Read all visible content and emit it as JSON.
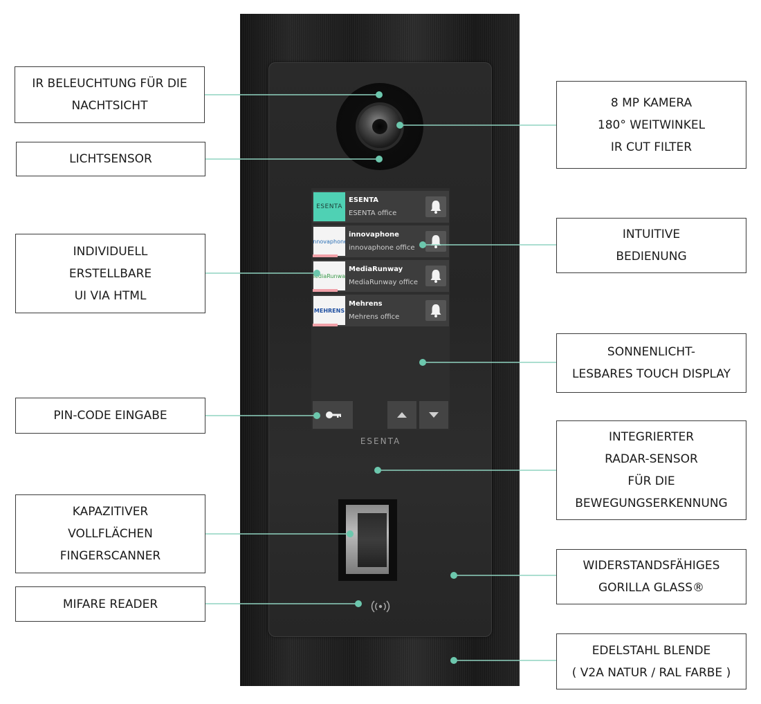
{
  "callouts": [
    {
      "id": "ir",
      "lines": [
        "IR BELEUCHTUNG FÜR DIE",
        "NACHTSICHT"
      ]
    },
    {
      "id": "licht",
      "lines": [
        "LICHTSENSOR"
      ]
    },
    {
      "id": "ui",
      "lines": [
        "INDIVIDUELL",
        "ERSTELLBARE",
        "UI VIA HTML"
      ]
    },
    {
      "id": "pin",
      "lines": [
        "PIN-CODE EINGABE"
      ]
    },
    {
      "id": "finger",
      "lines": [
        "KAPAZITIVER",
        "VOLLFLÄCHEN",
        "FINGERSCANNER"
      ]
    },
    {
      "id": "mifare",
      "lines": [
        "MIFARE READER"
      ]
    },
    {
      "id": "kamera",
      "lines": [
        "8 MP KAMERA",
        "180° WEITWINKEL",
        "IR CUT FILTER"
      ]
    },
    {
      "id": "bedienung",
      "lines": [
        "INTUITIVE",
        "BEDIENUNG"
      ]
    },
    {
      "id": "display",
      "lines": [
        "SONNENLICHT-",
        "LESBARES TOUCH DISPLAY"
      ]
    },
    {
      "id": "radar",
      "lines": [
        "INTEGRIERTER",
        "RADAR-SENSOR",
        "FÜR DIE",
        "BEWEGUNGSERKENNUNG"
      ]
    },
    {
      "id": "gorilla",
      "lines": [
        "WIDERSTANDSFÄHIGES",
        "GORILLA GLASS®"
      ]
    },
    {
      "id": "edelstahl",
      "lines": [
        "EDELSTAHL BLENDE",
        "( V2A NATUR / RAL FARBE )"
      ]
    }
  ],
  "screen": {
    "entries": [
      {
        "logo": "ESENTA",
        "name": "ESENTA",
        "office": "ESENTA office"
      },
      {
        "logo": "innovaphone",
        "name": "innovaphone",
        "office": "innovaphone office"
      },
      {
        "logo": "MediaRunway",
        "name": "MediaRunway",
        "office": "MediaRunway office"
      },
      {
        "logo": "MEHRENS",
        "name": "Mehrens",
        "office": "Mehrens office"
      }
    ]
  },
  "brand": "ESENTA",
  "colors": {
    "leader": "#8fd3c0",
    "dot": "#6cc7ad",
    "frame": "#1e1e1e",
    "glass": "#2a2a2a",
    "logo_teal": "#4fd1b4"
  },
  "icons": {
    "bell": "bell-icon",
    "key": "key-icon",
    "up": "arrow-up-icon",
    "down": "arrow-down-icon",
    "nfc": "nfc-icon"
  }
}
